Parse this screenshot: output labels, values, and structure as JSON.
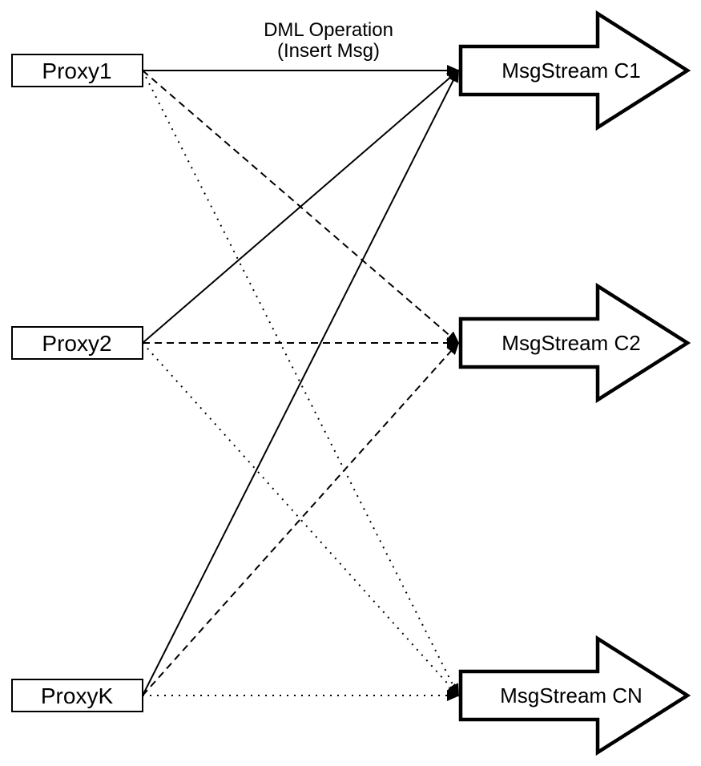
{
  "title": {
    "lines": [
      "DML Operation",
      "(Insert Msg)"
    ]
  },
  "proxies": [
    {
      "label": "Proxy1"
    },
    {
      "label": "Proxy2"
    },
    {
      "label": "ProxyK"
    }
  ],
  "streams": [
    {
      "label": "MsgStream C1"
    },
    {
      "label": "MsgStream C2"
    },
    {
      "label": "MsgStream CN"
    }
  ],
  "edges": [
    {
      "from": "Proxy1",
      "to": "MsgStream C1",
      "style": "solid",
      "arrowhead": "filled-triangle"
    },
    {
      "from": "Proxy1",
      "to": "MsgStream C2",
      "style": "dashed",
      "arrowhead": "filled-triangle"
    },
    {
      "from": "Proxy1",
      "to": "MsgStream CN",
      "style": "dotted",
      "arrowhead": "filled-triangle"
    },
    {
      "from": "Proxy2",
      "to": "MsgStream C1",
      "style": "solid",
      "arrowhead": "filled-triangle"
    },
    {
      "from": "Proxy2",
      "to": "MsgStream C2",
      "style": "dashed",
      "arrowhead": "filled-triangle"
    },
    {
      "from": "Proxy2",
      "to": "MsgStream CN",
      "style": "dotted",
      "arrowhead": "filled-triangle"
    },
    {
      "from": "ProxyK",
      "to": "MsgStream C1",
      "style": "solid",
      "arrowhead": "filled-triangle"
    },
    {
      "from": "ProxyK",
      "to": "MsgStream C2",
      "style": "dashed",
      "arrowhead": "filled-triangle"
    },
    {
      "from": "ProxyK",
      "to": "MsgStream CN",
      "style": "dotted",
      "arrowhead": "filled-triangle"
    }
  ],
  "colors": {
    "stroke": "#000000",
    "shape_fill": "#ffffff",
    "background": "#ffffff"
  }
}
